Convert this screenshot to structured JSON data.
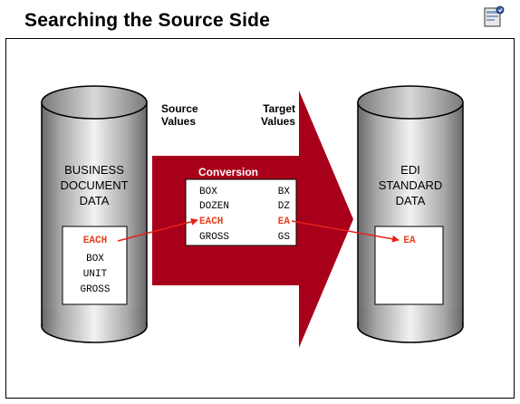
{
  "title": "Searching the Source Side",
  "left_cylinder": {
    "label_lines": [
      "BUSINESS",
      "DOCUMENT",
      "DATA"
    ],
    "values": [
      "EACH",
      "BOX",
      "UNIT",
      "GROSS"
    ],
    "highlight_value": "EACH"
  },
  "column_headers": {
    "source": [
      "Source",
      "Values"
    ],
    "target": [
      "Target",
      "Values"
    ]
  },
  "conversion": {
    "title": "Conversion",
    "rows": [
      {
        "source": "BOX",
        "target": "BX"
      },
      {
        "source": "DOZEN",
        "target": "DZ"
      },
      {
        "source": "EACH",
        "target": "EA",
        "highlight": true
      },
      {
        "source": "GROSS",
        "target": "GS"
      }
    ]
  },
  "right_cylinder": {
    "label_lines": [
      "EDI",
      "STANDARD",
      "DATA"
    ],
    "values": [
      "EA"
    ]
  },
  "colors": {
    "arrow": "#a8001a",
    "highlight_text": "#e8401c",
    "cylinder_dark": "#6a6a6a",
    "cylinder_light": "#e8e8e8"
  },
  "icon": "document-lookup-icon"
}
